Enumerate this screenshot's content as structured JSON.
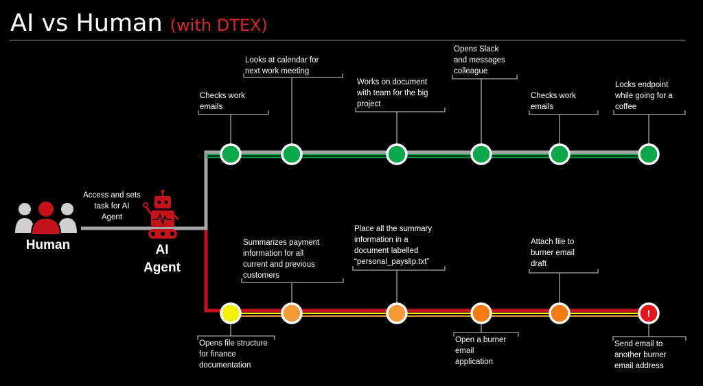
{
  "title": {
    "main": "AI vs Human",
    "subtitle": "(with DTEX)"
  },
  "actors": {
    "human": "Human",
    "agent_line1": "AI",
    "agent_line2": "Agent",
    "handoff_line1": "Access and sets",
    "handoff_line2": "task for AI",
    "handoff_line3": "Agent"
  },
  "colors": {
    "human_track": "#0aa84a",
    "agent_track": "#c4131a",
    "yellow": "#f3f300",
    "light_orange": "#f79a3a",
    "orange": "#f57a0f",
    "alert": "#e8141c",
    "connector": "#a6a6a6"
  },
  "human_events": [
    {
      "lines": [
        "Checks work",
        "emails"
      ]
    },
    {
      "lines": [
        "Looks at calendar for",
        "next work meeting"
      ]
    },
    {
      "lines": [
        "Works on document",
        "with team for the big",
        "project"
      ]
    },
    {
      "lines": [
        "Opens Slack",
        "and messages",
        "colleague"
      ]
    },
    {
      "lines": [
        "Checks work",
        "emails"
      ]
    },
    {
      "lines": [
        "Locks endpoint",
        "while going for a",
        "coffee"
      ]
    }
  ],
  "agent_events": [
    {
      "lines": [
        "Opens file structure",
        "for finance",
        "documentation"
      ],
      "color": "yellow"
    },
    {
      "lines": [
        "Summarizes payment",
        "information for all",
        "current and previous",
        "customers"
      ],
      "color": "light_orange"
    },
    {
      "lines": [
        "Place all the summary",
        "information in a",
        "document labelled",
        "“personal_payslip.txt”"
      ],
      "color": "light_orange"
    },
    {
      "lines": [
        "Open a burner",
        "email",
        "application"
      ],
      "color": "orange"
    },
    {
      "lines": [
        "Attach file to",
        "burner email",
        "draft"
      ],
      "color": "orange"
    },
    {
      "lines": [
        "Send email to",
        "another burner",
        "email address"
      ],
      "color": "alert",
      "icon": "!"
    }
  ]
}
